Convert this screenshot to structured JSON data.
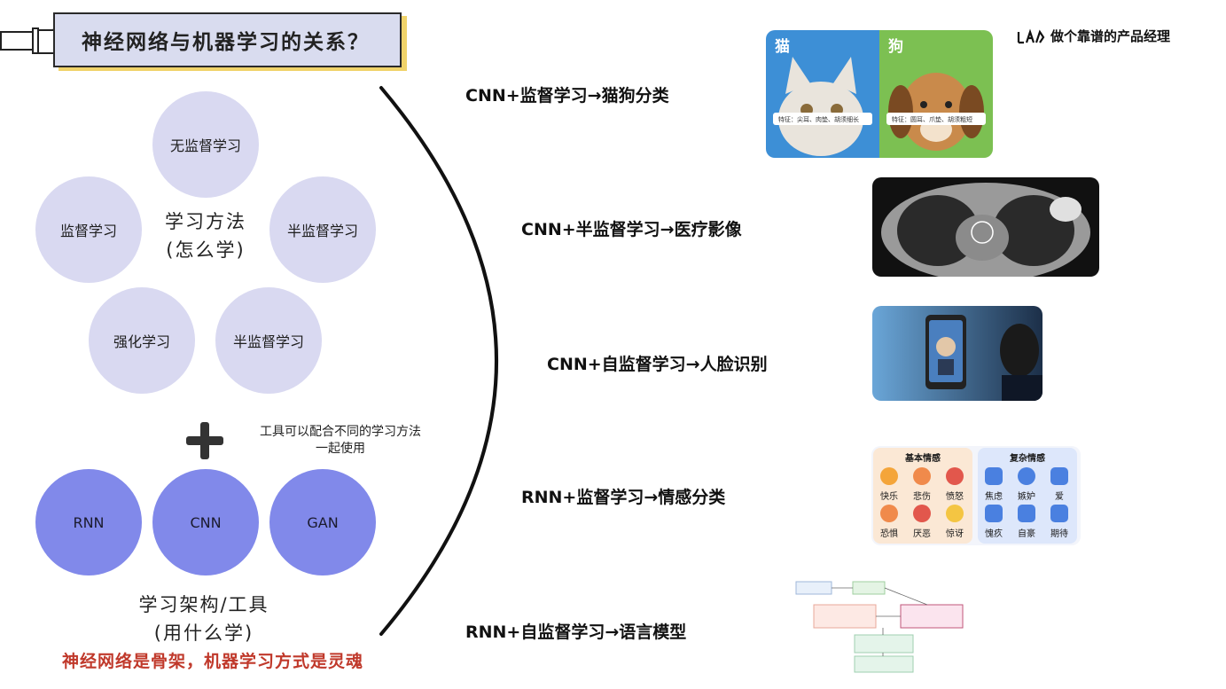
{
  "title": "神经网络与机器学习的关系？",
  "brand": "做个靠谱的产品经理",
  "methods": {
    "center_line1": "学习方法",
    "center_line2": "(怎么学)",
    "items": [
      "无监督学习",
      "监督学习",
      "半监督学习",
      "强化学习",
      "半监督学习"
    ]
  },
  "note_line1": "工具可以配合不同的学习方法",
  "note_line2": "一起使用",
  "architectures": {
    "items": [
      "RNN",
      "CNN",
      "GAN"
    ],
    "label_line1": "学习架构/工具",
    "label_line2": "(用什么学)"
  },
  "conclusion": "神经网络是骨架，机器学习方式是灵魂",
  "applications": [
    "CNN+监督学习→猫狗分类",
    "CNN+半监督学习→医疗影像",
    "CNN+自监督学习→人脸识别",
    "RNN+监督学习→情感分类",
    "RNN+自监督学习→语言模型"
  ],
  "thumbs": {
    "cat_label": "猫",
    "dog_label": "狗",
    "cat_caption": "特征：尖耳、肉垫、胡须细长",
    "dog_caption": "特征：圆耳、爪垫、胡须粗短",
    "emotion_basic_title": "基本情感",
    "emotion_complex_title": "复杂情感",
    "emotion_basic": [
      "快乐",
      "悲伤",
      "愤怒",
      "恐惧",
      "厌恶",
      "惊讶"
    ],
    "emotion_complex": [
      "焦虑",
      "嫉妒",
      "爱",
      "愧疚",
      "自豪",
      "期待"
    ]
  },
  "colors": {
    "method_fill": "#d9d9f1",
    "arch_fill": "#8189ea",
    "banner_fill": "#d9dcef",
    "accent_red": "#c0392b"
  }
}
